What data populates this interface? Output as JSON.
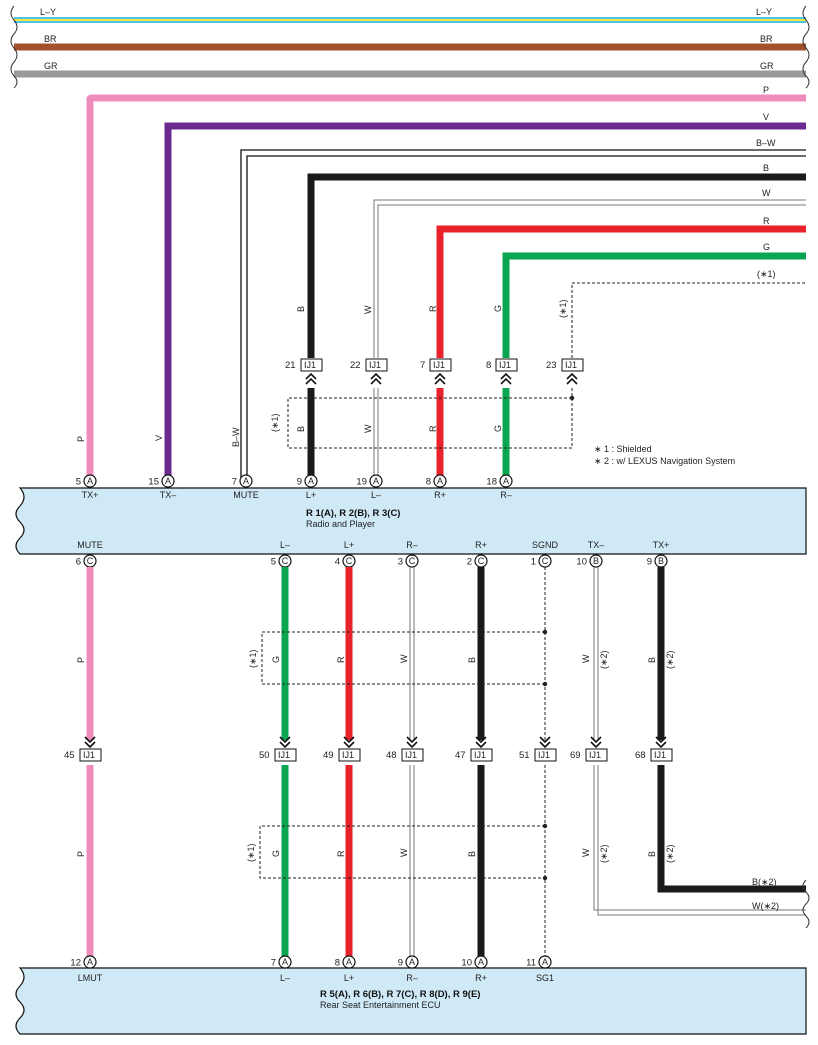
{
  "colors": {
    "pink": "#f08cbc",
    "violet": "#6a2a90",
    "black": "#1a1a1a",
    "red": "#e8222a",
    "green": "#0aa550",
    "brown": "#a0522d",
    "gray": "#9a9a9a",
    "yellow": "#f2e53a",
    "blue": "#4fc3e8",
    "component_fill": "#cfe9f7"
  },
  "top_wires": {
    "ly": "L–Y",
    "br": "BR",
    "gr": "GR"
  },
  "right_wires": {
    "p": "P",
    "v": "V",
    "bw": "B–W",
    "b": "B",
    "w": "W",
    "r": "R",
    "g": "G",
    "s1": "(∗1)"
  },
  "legend": {
    "note1": "∗ 1 : Shielded",
    "note2": "∗ 2 : w/ LEXUS Navigation System"
  },
  "connector": {
    "name": "IJ1"
  },
  "upper_pins": {
    "p21": "21",
    "p22": "22",
    "p7": "7",
    "p8": "8",
    "p23": "23"
  },
  "upper_labels": {
    "b": "B",
    "w": "W",
    "r": "R",
    "g": "G",
    "s1": "(∗1)",
    "p": "P",
    "v": "V",
    "bw": "B–W"
  },
  "radio": {
    "name": "R 1(A), R 2(B), R 3(C)",
    "desc": "Radio and Player",
    "top_pins": [
      {
        "num": "5",
        "letter": "A",
        "label": "TX+"
      },
      {
        "num": "15",
        "letter": "A",
        "label": "TX–"
      },
      {
        "num": "7",
        "letter": "A",
        "label": "MUTE"
      },
      {
        "num": "9",
        "letter": "A",
        "label": "L+"
      },
      {
        "num": "19",
        "letter": "A",
        "label": "L–"
      },
      {
        "num": "8",
        "letter": "A",
        "label": "R+"
      },
      {
        "num": "18",
        "letter": "A",
        "label": "R–"
      }
    ],
    "bottom_pins": [
      {
        "num": "6",
        "letter": "C",
        "label": "MUTE"
      },
      {
        "num": "5",
        "letter": "C",
        "label": "L–"
      },
      {
        "num": "4",
        "letter": "C",
        "label": "L+"
      },
      {
        "num": "3",
        "letter": "C",
        "label": "R–"
      },
      {
        "num": "2",
        "letter": "C",
        "label": "R+"
      },
      {
        "num": "1",
        "letter": "C",
        "label": "SGND"
      },
      {
        "num": "10",
        "letter": "B",
        "label": "TX–"
      },
      {
        "num": "9",
        "letter": "B",
        "label": "TX+"
      }
    ]
  },
  "lower_pins": {
    "p45": "45",
    "p50": "50",
    "p49": "49",
    "p48": "48",
    "p47": "47",
    "p51": "51",
    "p69": "69",
    "p68": "68"
  },
  "lower_labels": {
    "p": "P",
    "g": "G",
    "r": "R",
    "w": "W",
    "b": "B",
    "s1": "(∗1)",
    "s2": "(∗2)"
  },
  "rear_right": {
    "b2": "B(∗2)",
    "w2": "W(∗2)"
  },
  "ecu": {
    "name": "R 5(A), R 6(B), R 7(C), R 8(D), R 9(E)",
    "desc": "Rear Seat Entertainment ECU",
    "pins": [
      {
        "num": "12",
        "letter": "A",
        "label": "LMUT"
      },
      {
        "num": "7",
        "letter": "A",
        "label": "L–"
      },
      {
        "num": "8",
        "letter": "A",
        "label": "L+"
      },
      {
        "num": "9",
        "letter": "A",
        "label": "R–"
      },
      {
        "num": "10",
        "letter": "A",
        "label": "R+"
      },
      {
        "num": "11",
        "letter": "A",
        "label": "SG1"
      }
    ]
  }
}
